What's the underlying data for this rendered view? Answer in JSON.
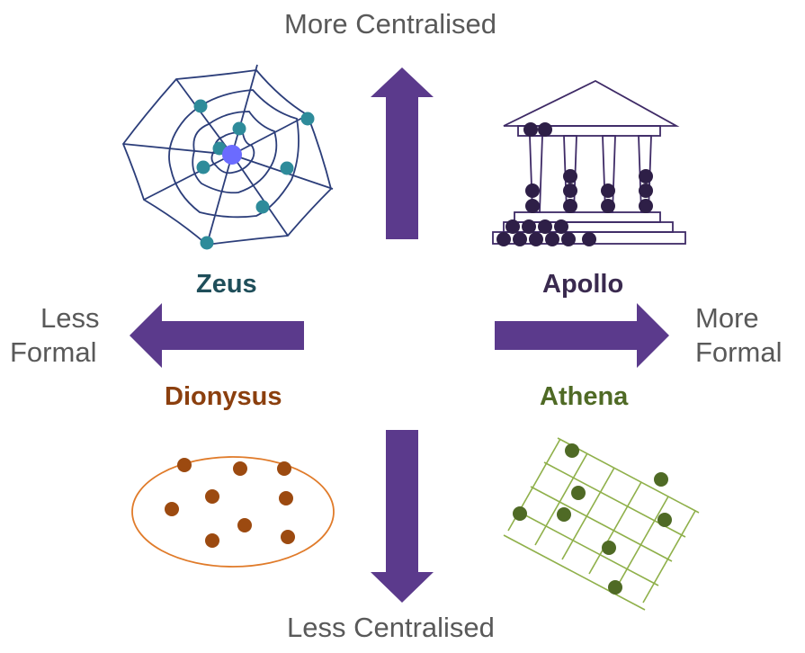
{
  "axes": {
    "top": "More Centralised",
    "bottom": "Less Centralised",
    "left_line1": "Less",
    "left_line2": "Formal",
    "right_line1": "More",
    "right_line2": "Formal"
  },
  "quadrants": {
    "zeus": {
      "name": "Zeus",
      "icon": "spider-web-icon"
    },
    "apollo": {
      "name": "Apollo",
      "icon": "greek-temple-icon"
    },
    "dionysus": {
      "name": "Dionysus",
      "icon": "scattered-dots-oval-icon"
    },
    "athena": {
      "name": "Athena",
      "icon": "grid-net-icon"
    }
  },
  "colors": {
    "arrow": "#5B3A8C",
    "axis_text": "#595959",
    "zeus": "#1F4E5A",
    "apollo": "#3A2A4F",
    "dionysus": "#8B3F0E",
    "athena": "#4F6A25",
    "web_line": "#2C3E7A",
    "web_node": "#2E8B9A",
    "web_center": "#6B6BFF",
    "temple_line": "#3E2A66",
    "temple_dot": "#2E1F47",
    "oval_line": "#E07B2A",
    "oval_dot": "#9C4A10",
    "grid_line": "#8FB04A",
    "grid_dot": "#4F6A25"
  }
}
